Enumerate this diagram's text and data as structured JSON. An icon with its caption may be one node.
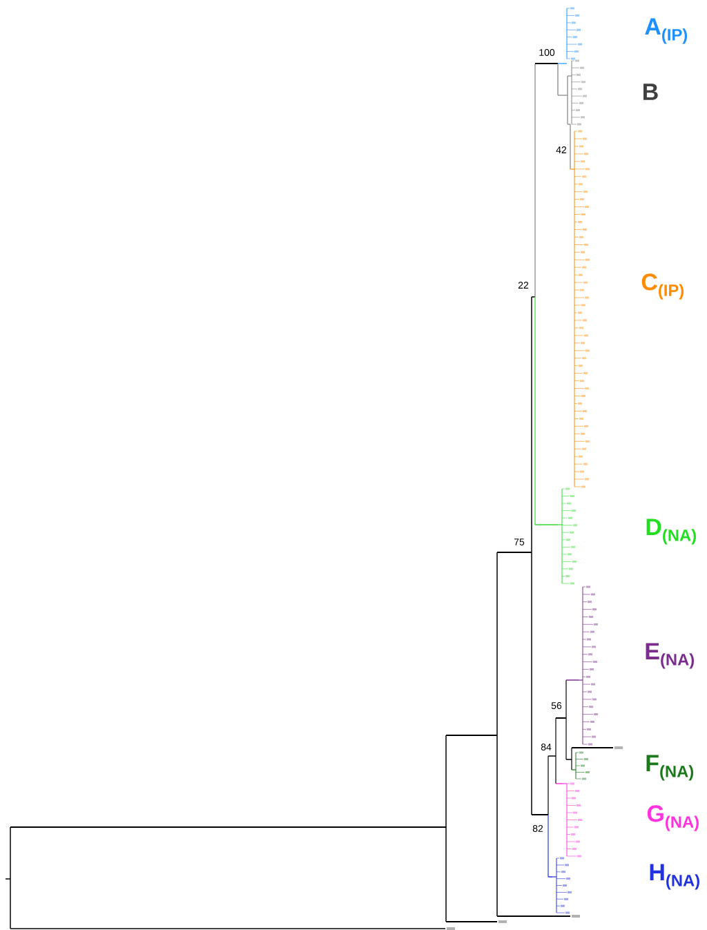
{
  "diagram": {
    "labels": [
      "A$_{(IP)}$",
      "100",
      "B",
      "42",
      "22",
      "C$_{(IP)}$",
      "D$_{(NA)}$",
      "75",
      "E$_{(NA)}$",
      "56",
      "84",
      "F$_{(NA)}$",
      "G$_{(NA)}$",
      "82",
      "H$_{(NA)}$"
    ]
  }
}
